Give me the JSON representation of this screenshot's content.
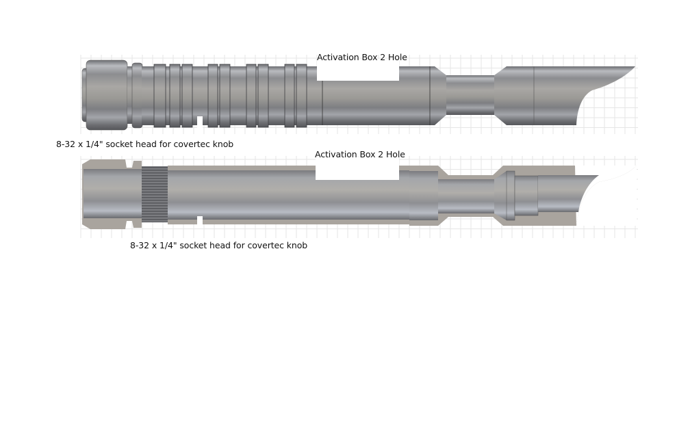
{
  "labels": {
    "top_activation": "Activation Box 2 Hole",
    "top_socket": "8-32 x 1/4\" socket head for covertec knob",
    "bottom_activation": "Activation Box 2 Hole",
    "bottom_socket": "8-32 x 1/4\" socket head for covertec knob"
  },
  "colors": {
    "metal_light": "#c9cacc",
    "metal_mid": "#8f9093",
    "metal_dark": "#5f6064",
    "section": "#a9a49e",
    "grid": "#e6e6e6"
  }
}
